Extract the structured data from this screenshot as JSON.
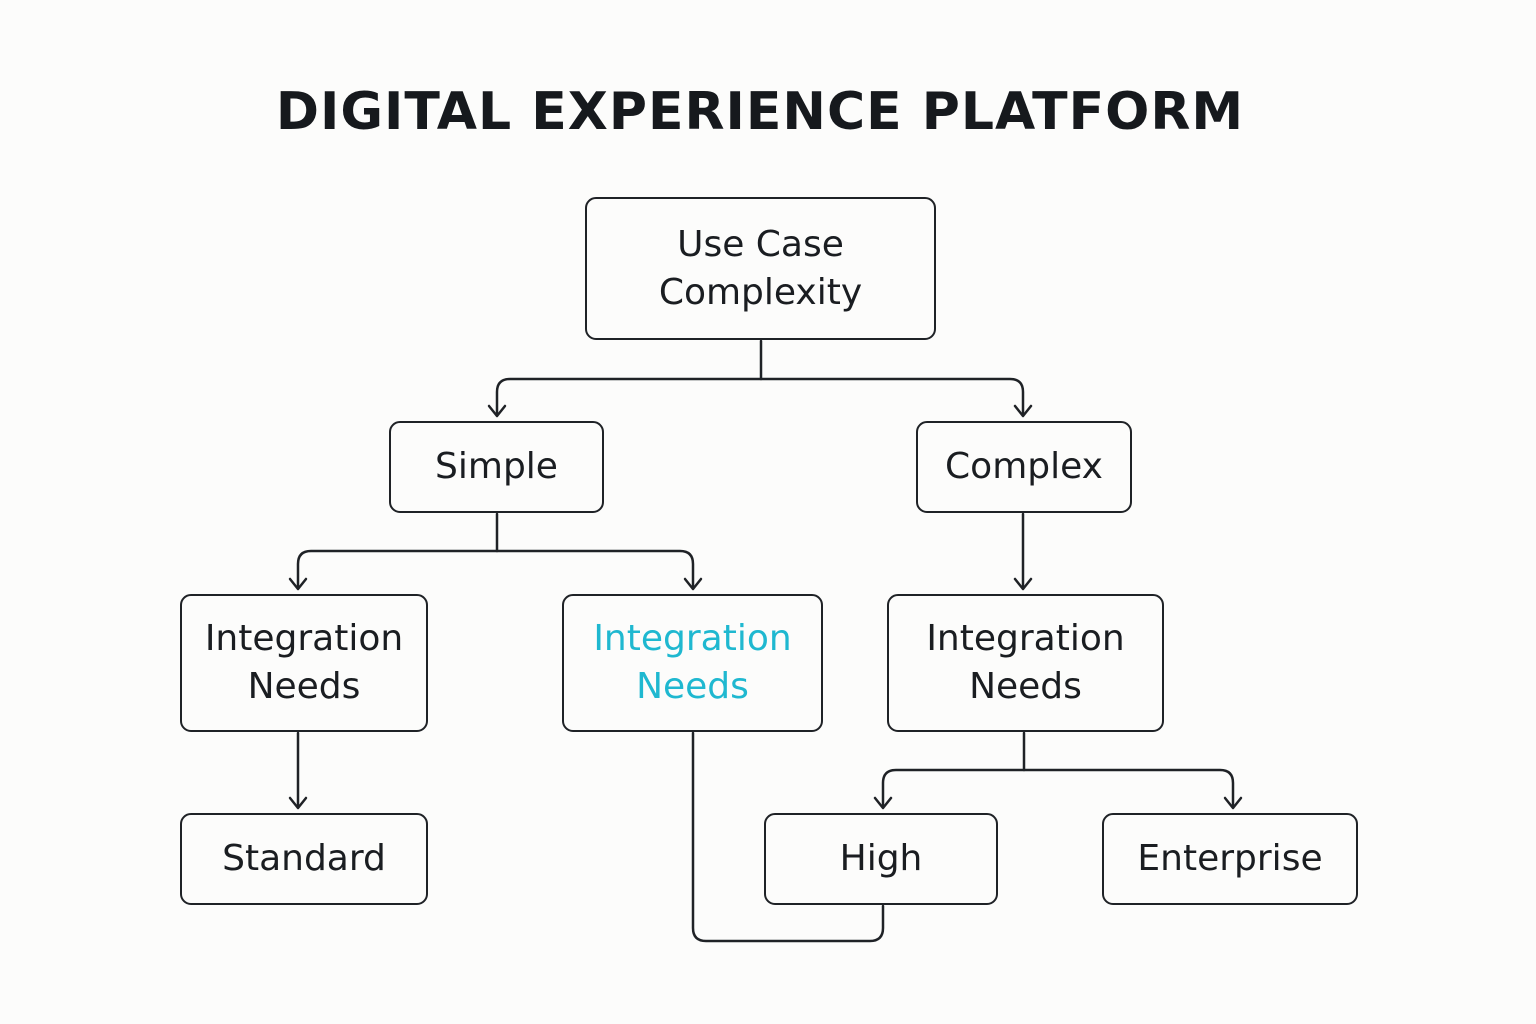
{
  "title": "DIGITAL EXPERIENCE PLATFORM",
  "colors": {
    "background": "#fcfcfb",
    "stroke": "#1f2226",
    "text": "#1a1d21",
    "accent": "#1fb8d0"
  },
  "nodes": {
    "root": "Use Case Complexity",
    "simple": "Simple",
    "complex": "Complex",
    "integration_1": "Integration Needs",
    "integration_2": "Integration Needs",
    "integration_3": "Integration Needs",
    "standard": "Standard",
    "high": "High",
    "enterprise": "Enterprise"
  },
  "edges": [
    {
      "from": "root",
      "to": "simple"
    },
    {
      "from": "root",
      "to": "complex"
    },
    {
      "from": "simple",
      "to": "integration_1"
    },
    {
      "from": "simple",
      "to": "integration_2"
    },
    {
      "from": "complex",
      "to": "integration_3"
    },
    {
      "from": "integration_1",
      "to": "standard"
    },
    {
      "from": "integration_3",
      "to": "high"
    },
    {
      "from": "integration_3",
      "to": "enterprise"
    },
    {
      "from": "integration_2",
      "to": "high"
    }
  ]
}
